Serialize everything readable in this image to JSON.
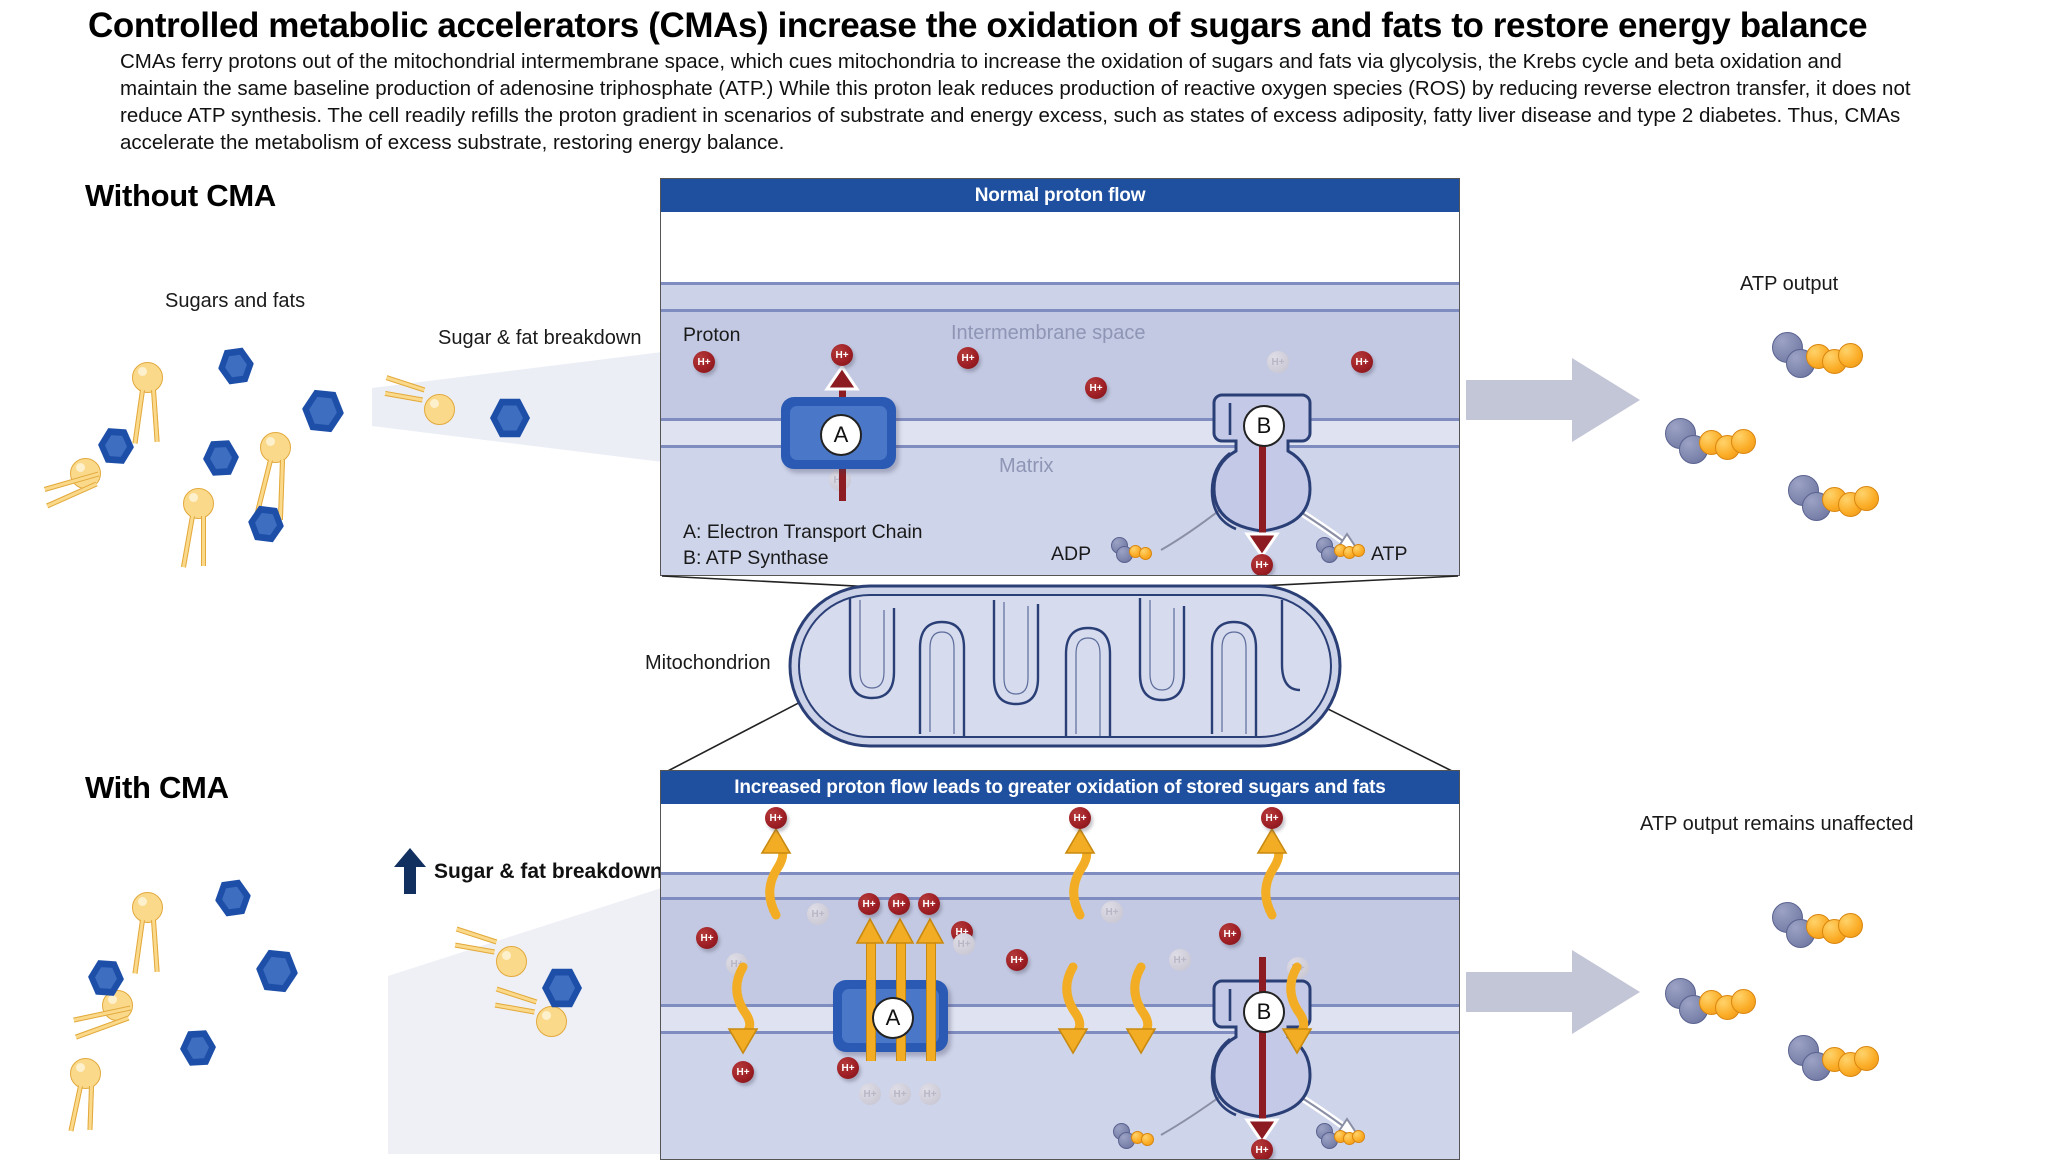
{
  "header": {
    "title": "Controlled metabolic accelerators (CMAs) increase the oxidation of sugars and fats to restore energy balance",
    "body": "CMAs ferry protons out of the mitochondrial intermembrane space, which cues mitochondria to increase the oxidation of sugars and fats via glycolysis, the Krebs cycle and beta oxidation and maintain the same baseline production of adenosine triphosphate (ATP.) While this proton leak reduces production of reactive oxygen species (ROS) by reducing reverse electron transfer, it does not reduce ATP synthesis. The cell readily refills the proton gradient in scenarios of substrate and energy excess, such as states of excess adiposity, fatty liver disease and type 2 diabetes. Thus, CMAs accelerate the metabolism of excess substrate, restoring energy balance."
  },
  "sections": {
    "without_cma": "Without CMA",
    "with_cma": "With CMA"
  },
  "top_panel": {
    "banner": "Normal proton flow",
    "label_sugars_fats": "Sugars and fats",
    "label_breakdown": "Sugar & fat breakdown",
    "label_proton": "Proton",
    "label_intermembrane": "Intermembrane space",
    "label_matrix": "Matrix",
    "legend_a": "A: Electron Transport Chain",
    "legend_b": "B: ATP Synthase",
    "label_adp": "ADP",
    "label_atp": "ATP",
    "complex_a": "A",
    "complex_b": "B",
    "proton_glyph": "H+",
    "label_atp_output": "ATP output"
  },
  "middle": {
    "label_mitochondrion": "Mitochondrion"
  },
  "bottom_panel": {
    "banner": "Increased proton flow leads to greater oxidation of stored sugars and fats",
    "label_breakdown": "Sugar & fat breakdown",
    "complex_a": "A",
    "complex_b": "B",
    "proton_glyph": "H+",
    "label_atp_output": "ATP output remains unaffected"
  },
  "colors": {
    "banner_blue": "#1f50a0",
    "proton_red": "#9e1f25",
    "complex_blue": "#2a5ab4",
    "sugar_blue": "#1e4fa8",
    "fat_yellow": "#fbd98b",
    "cma_arrow_yellow": "#f2ad24",
    "matrix_lilac": "#ced4ea",
    "ims_lilac": "#c3c9e2",
    "membrane_line": "#7f8cc0",
    "grey_arrow": "#c3c6d6",
    "label_grey": "#8e95b5"
  }
}
